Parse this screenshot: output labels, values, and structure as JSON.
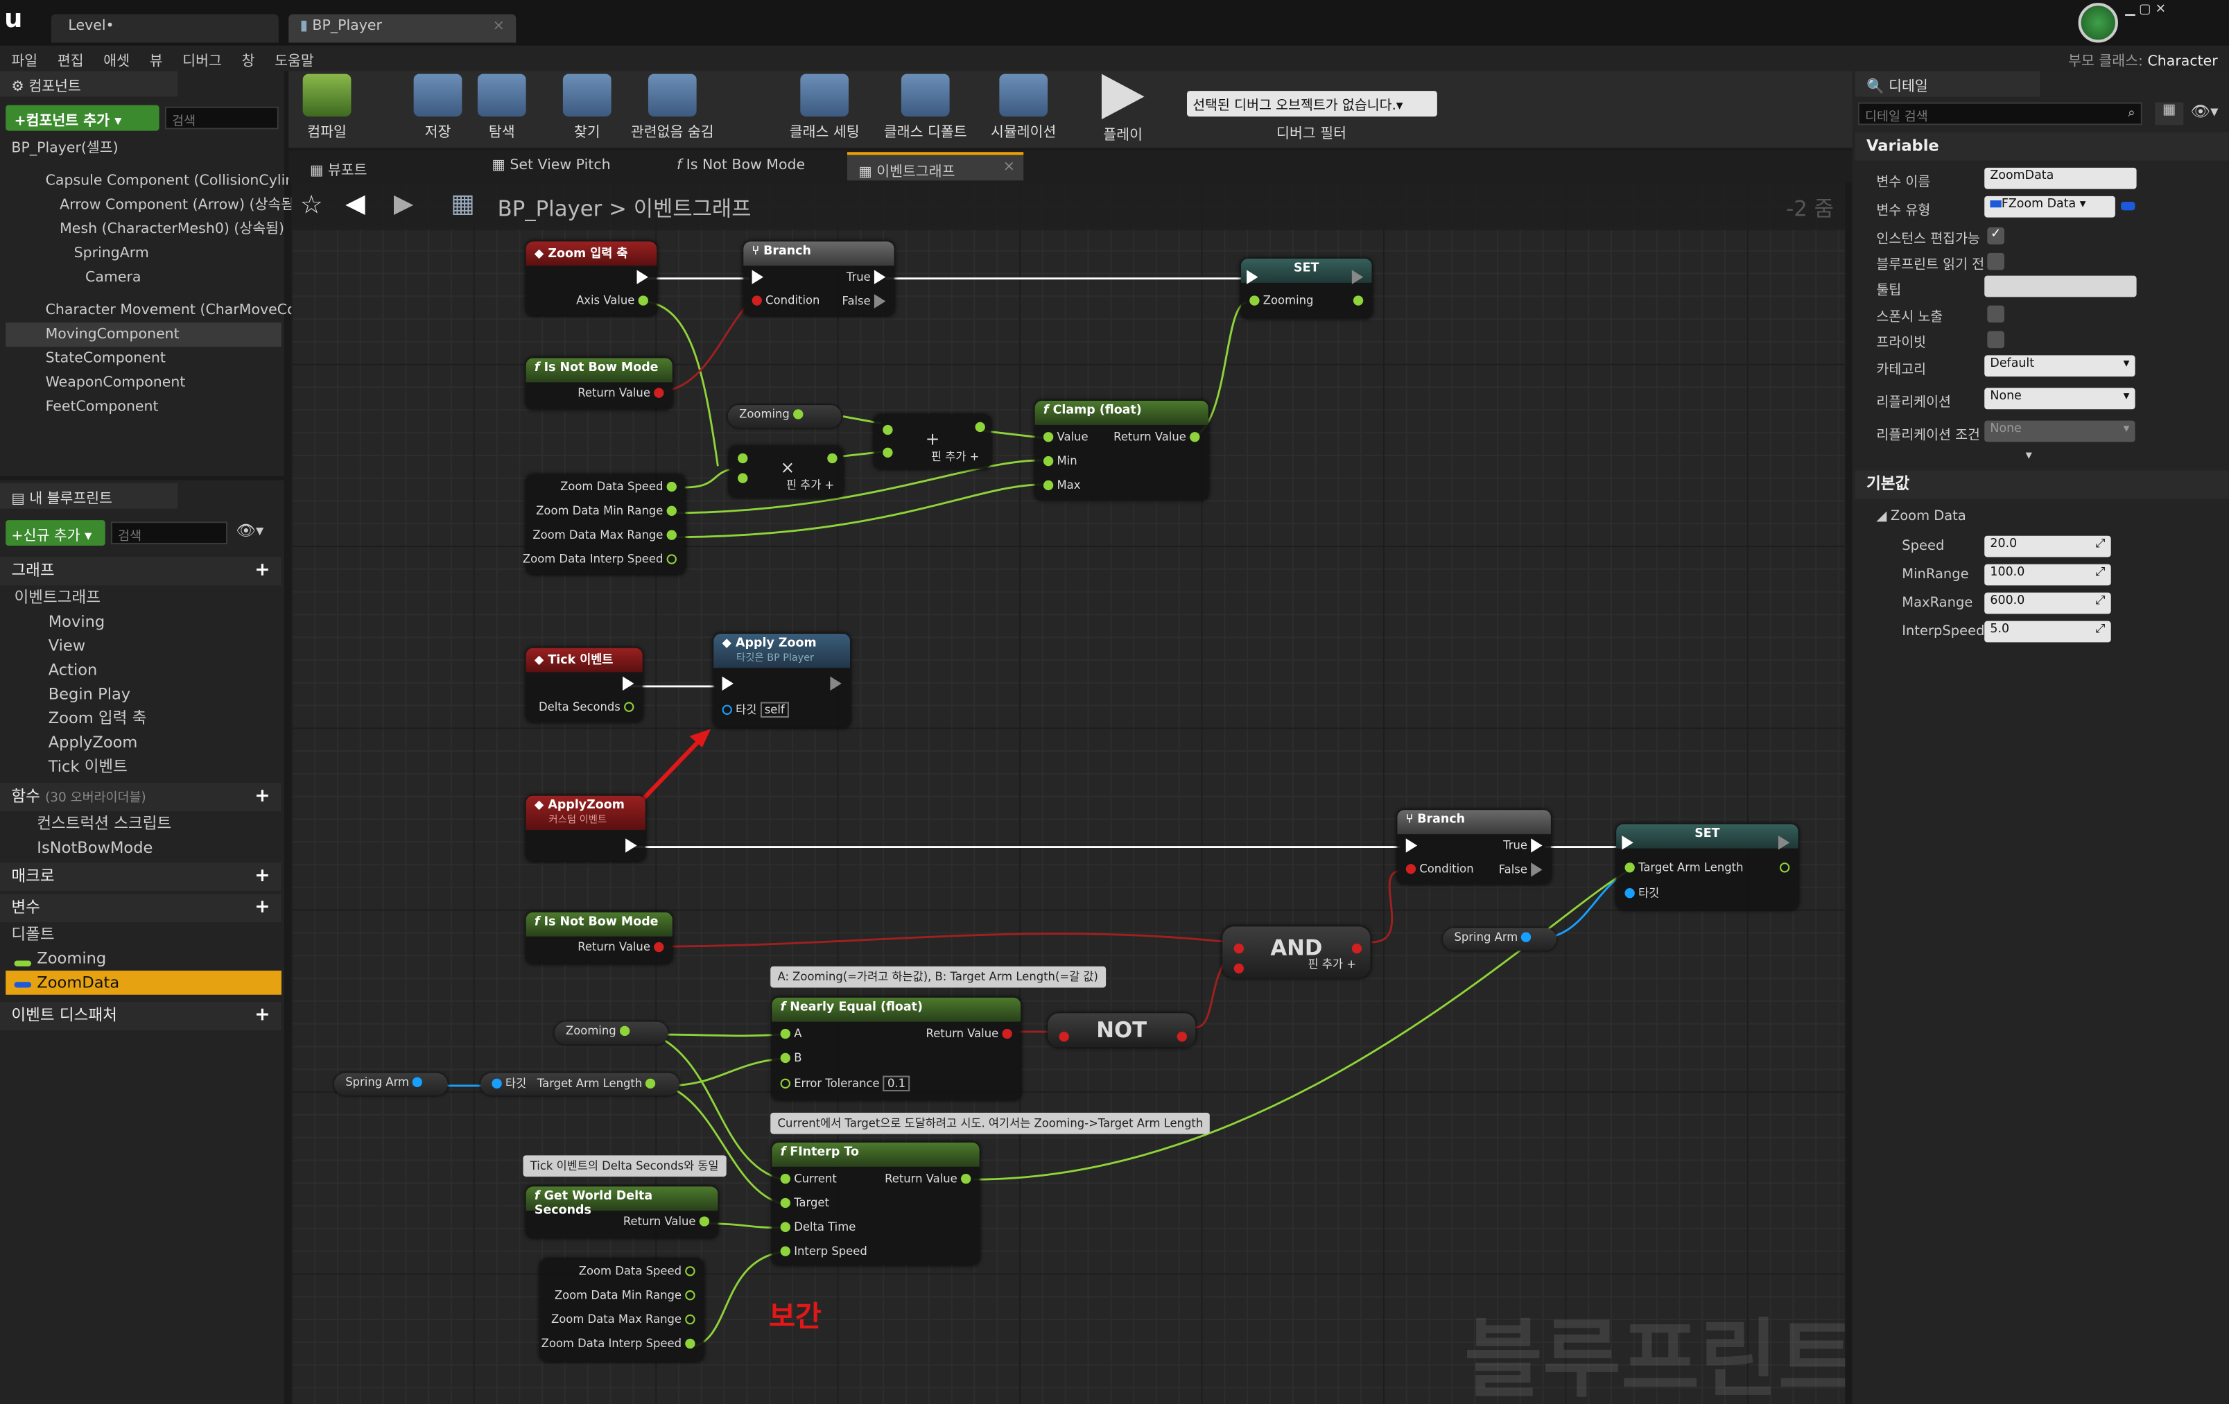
{
  "window": {
    "tabs": [
      "Level•",
      "BP_Player"
    ],
    "parent_class_label": "부모 클래스:",
    "parent_class": "Character"
  },
  "menu": [
    "파일",
    "편집",
    "애셋",
    "뷰",
    "디버그",
    "창",
    "도움말"
  ],
  "toolbar": {
    "buttons": [
      "컴파일",
      "저장",
      "탐색",
      "찾기",
      "관련없음 숨김",
      "클래스 세팅",
      "클래스 디폴트",
      "시뮬레이션",
      "플레이"
    ],
    "debug_dropdown": "선택된 디버그 오브젝트가 없습니다.▾",
    "debug_filter": "디버그 필터"
  },
  "components": {
    "title": "컴포넌트",
    "add_button": "+컴포넌트 추가 ▾",
    "search_placeholder": "검색",
    "items": [
      "BP_Player(셀프)",
      "Capsule Component (CollisionCylin",
      "Arrow Component (Arrow) (상속됨",
      "Mesh (CharacterMesh0) (상속됨)",
      "SpringArm",
      "Camera",
      "Character Movement (CharMoveCo",
      "MovingComponent",
      "StateComponent",
      "WeaponComponent",
      "FeetComponent"
    ]
  },
  "mybp": {
    "title": "내 블루프린트",
    "new_button": "+신규 추가 ▾",
    "search_placeholder": "검색",
    "graph_header": "그래프",
    "eventgraph": "이벤트그래프",
    "events": [
      "Moving",
      "View",
      "Action",
      "Begin Play",
      "Zoom 입력 축",
      "ApplyZoom",
      "Tick 이벤트"
    ],
    "functions_header": "함수",
    "functions_note": "(30 오버라이더블)",
    "functions": [
      "컨스트럭션 스크립트",
      "IsNotBowMode"
    ],
    "macros": "매크로",
    "variables": "변수",
    "default": "디폴트",
    "vars": [
      "Zooming",
      "ZoomData"
    ],
    "dispatchers": "이벤트 디스패처"
  },
  "graphtabs": [
    "뷰포트",
    "Set View Pitch",
    "Is Not Bow Mode",
    "이벤트그래프"
  ],
  "breadcrumb": {
    "bp": "BP_Player",
    "sep": ">",
    "graph": "이벤트그래프",
    "zoom": "-2 줌"
  },
  "watermark": "블루프린트",
  "nodes": {
    "zoom_axis": {
      "title": "Zoom 입력 축",
      "pin": "Axis Value"
    },
    "branch1": {
      "title": "Branch",
      "cond": "Condition",
      "t": "True",
      "f": "False"
    },
    "set1": {
      "title": "SET",
      "pin": "Zooming"
    },
    "notbow1": {
      "title": "Is Not Bow Mode",
      "pin": "Return Value"
    },
    "zooming_pill1": "Zooming",
    "mult": {
      "sym": "×",
      "add": "핀 추가"
    },
    "add": {
      "sym": "+",
      "add": "핀 추가"
    },
    "clamp": {
      "title": "Clamp (float)",
      "value": "Value",
      "min": "Min",
      "max": "Max",
      "ret": "Return Value"
    },
    "zoomdata1": [
      "Zoom Data Speed",
      "Zoom Data Min Range",
      "Zoom Data Max Range",
      "Zoom Data Interp Speed"
    ],
    "tick": {
      "title": "Tick 이벤트",
      "pin": "Delta Seconds"
    },
    "applyzoom_call": {
      "title": "Apply Zoom",
      "sub": "타깃은 BP Player",
      "target": "타깃",
      "self": "self"
    },
    "applyzoom_evt": {
      "title": "ApplyZoom",
      "sub": "커스텀 이벤트"
    },
    "branch2": {
      "title": "Branch",
      "cond": "Condition",
      "t": "True",
      "f": "False"
    },
    "set2": {
      "title": "SET",
      "p1": "Target Arm Length",
      "p2": "타깃"
    },
    "springarm_pill1": "Spring Arm",
    "notbow2": {
      "title": "Is Not Bow Mode",
      "pin": "Return Value"
    },
    "and": {
      "label": "AND",
      "add": "핀 추가"
    },
    "not": {
      "label": "NOT"
    },
    "comment1": "A: Zooming(=가려고 하는값), B: Target Arm Length(=갈 값)",
    "nearly": {
      "title": "Nearly Equal (float)",
      "a": "A",
      "b": "B",
      "tol": "Error Tolerance",
      "tolval": "0.1",
      "ret": "Return Value"
    },
    "zooming_pill2": "Zooming",
    "springarm_pill2": "Spring Arm",
    "target_arm": {
      "target": "타깃",
      "pin": "Target Arm Length"
    },
    "comment2": "Current에서 Target으로 도달하려고 시도. 여기서는 Zooming->Target Arm Length",
    "comment3": "Tick 이벤트의 Delta Seconds와 동일",
    "worlddelta": {
      "title": "Get World Delta Seconds",
      "pin": "Return Value"
    },
    "finterp": {
      "title": "FInterp To",
      "current": "Current",
      "target": "Target",
      "delta": "Delta Time",
      "interp": "Interp Speed",
      "ret": "Return Value"
    },
    "zoomdata2": [
      "Zoom Data Speed",
      "Zoom Data Min Range",
      "Zoom Data Max Range",
      "Zoom Data Interp Speed"
    ],
    "annotation": "보간"
  },
  "details": {
    "title": "디테일",
    "search_placeholder": "디테일 검색",
    "variable_header": "Variable",
    "rows": [
      {
        "label": "변수 이름",
        "value": "ZoomData"
      },
      {
        "label": "변수 유형",
        "value": "FZoom Data"
      },
      {
        "label": "인스턴스 편집가능",
        "value": ""
      },
      {
        "label": "블루프린트 읽기 전",
        "value": ""
      },
      {
        "label": "툴팁",
        "value": ""
      },
      {
        "label": "스폰시 노출",
        "value": ""
      },
      {
        "label": "프라이빗",
        "value": ""
      },
      {
        "label": "카테고리",
        "value": "Default"
      },
      {
        "label": "리플리케이션",
        "value": "None"
      },
      {
        "label": "리플리케이션 조건",
        "value": "None"
      }
    ],
    "default_header": "기본값",
    "struct": "Zoom Data",
    "defaults": [
      {
        "label": "Speed",
        "value": "20.0"
      },
      {
        "label": "MinRange",
        "value": "100.0"
      },
      {
        "label": "MaxRange",
        "value": "600.0"
      },
      {
        "label": "InterpSpeed",
        "value": "5.0"
      }
    ]
  }
}
